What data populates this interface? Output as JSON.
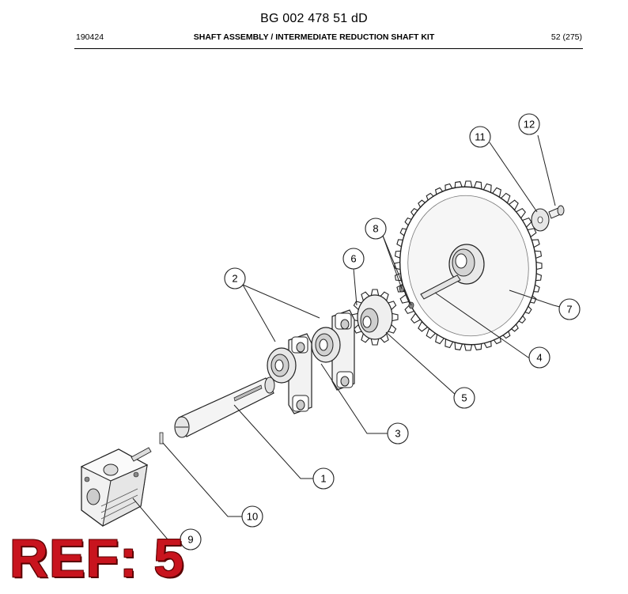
{
  "header": {
    "doc_number": "BG 002 478 51 dD",
    "date_code": "190424",
    "section_title": "SHAFT ASSEMBLY / INTERMEDIATE REDUCTION SHAFT KIT",
    "page": "52 (275)"
  },
  "callouts": [
    {
      "id": "callout-1",
      "label": "1"
    },
    {
      "id": "callout-2",
      "label": "2"
    },
    {
      "id": "callout-3",
      "label": "3"
    },
    {
      "id": "callout-4",
      "label": "4"
    },
    {
      "id": "callout-5",
      "label": "5"
    },
    {
      "id": "callout-6",
      "label": "6"
    },
    {
      "id": "callout-7",
      "label": "7"
    },
    {
      "id": "callout-8",
      "label": "8"
    },
    {
      "id": "callout-9",
      "label": "9"
    },
    {
      "id": "callout-10",
      "label": "10"
    },
    {
      "id": "callout-11",
      "label": "11"
    },
    {
      "id": "callout-12",
      "label": "12"
    }
  ],
  "stamp": {
    "text": "REF: 5",
    "color": "#c8141e"
  }
}
